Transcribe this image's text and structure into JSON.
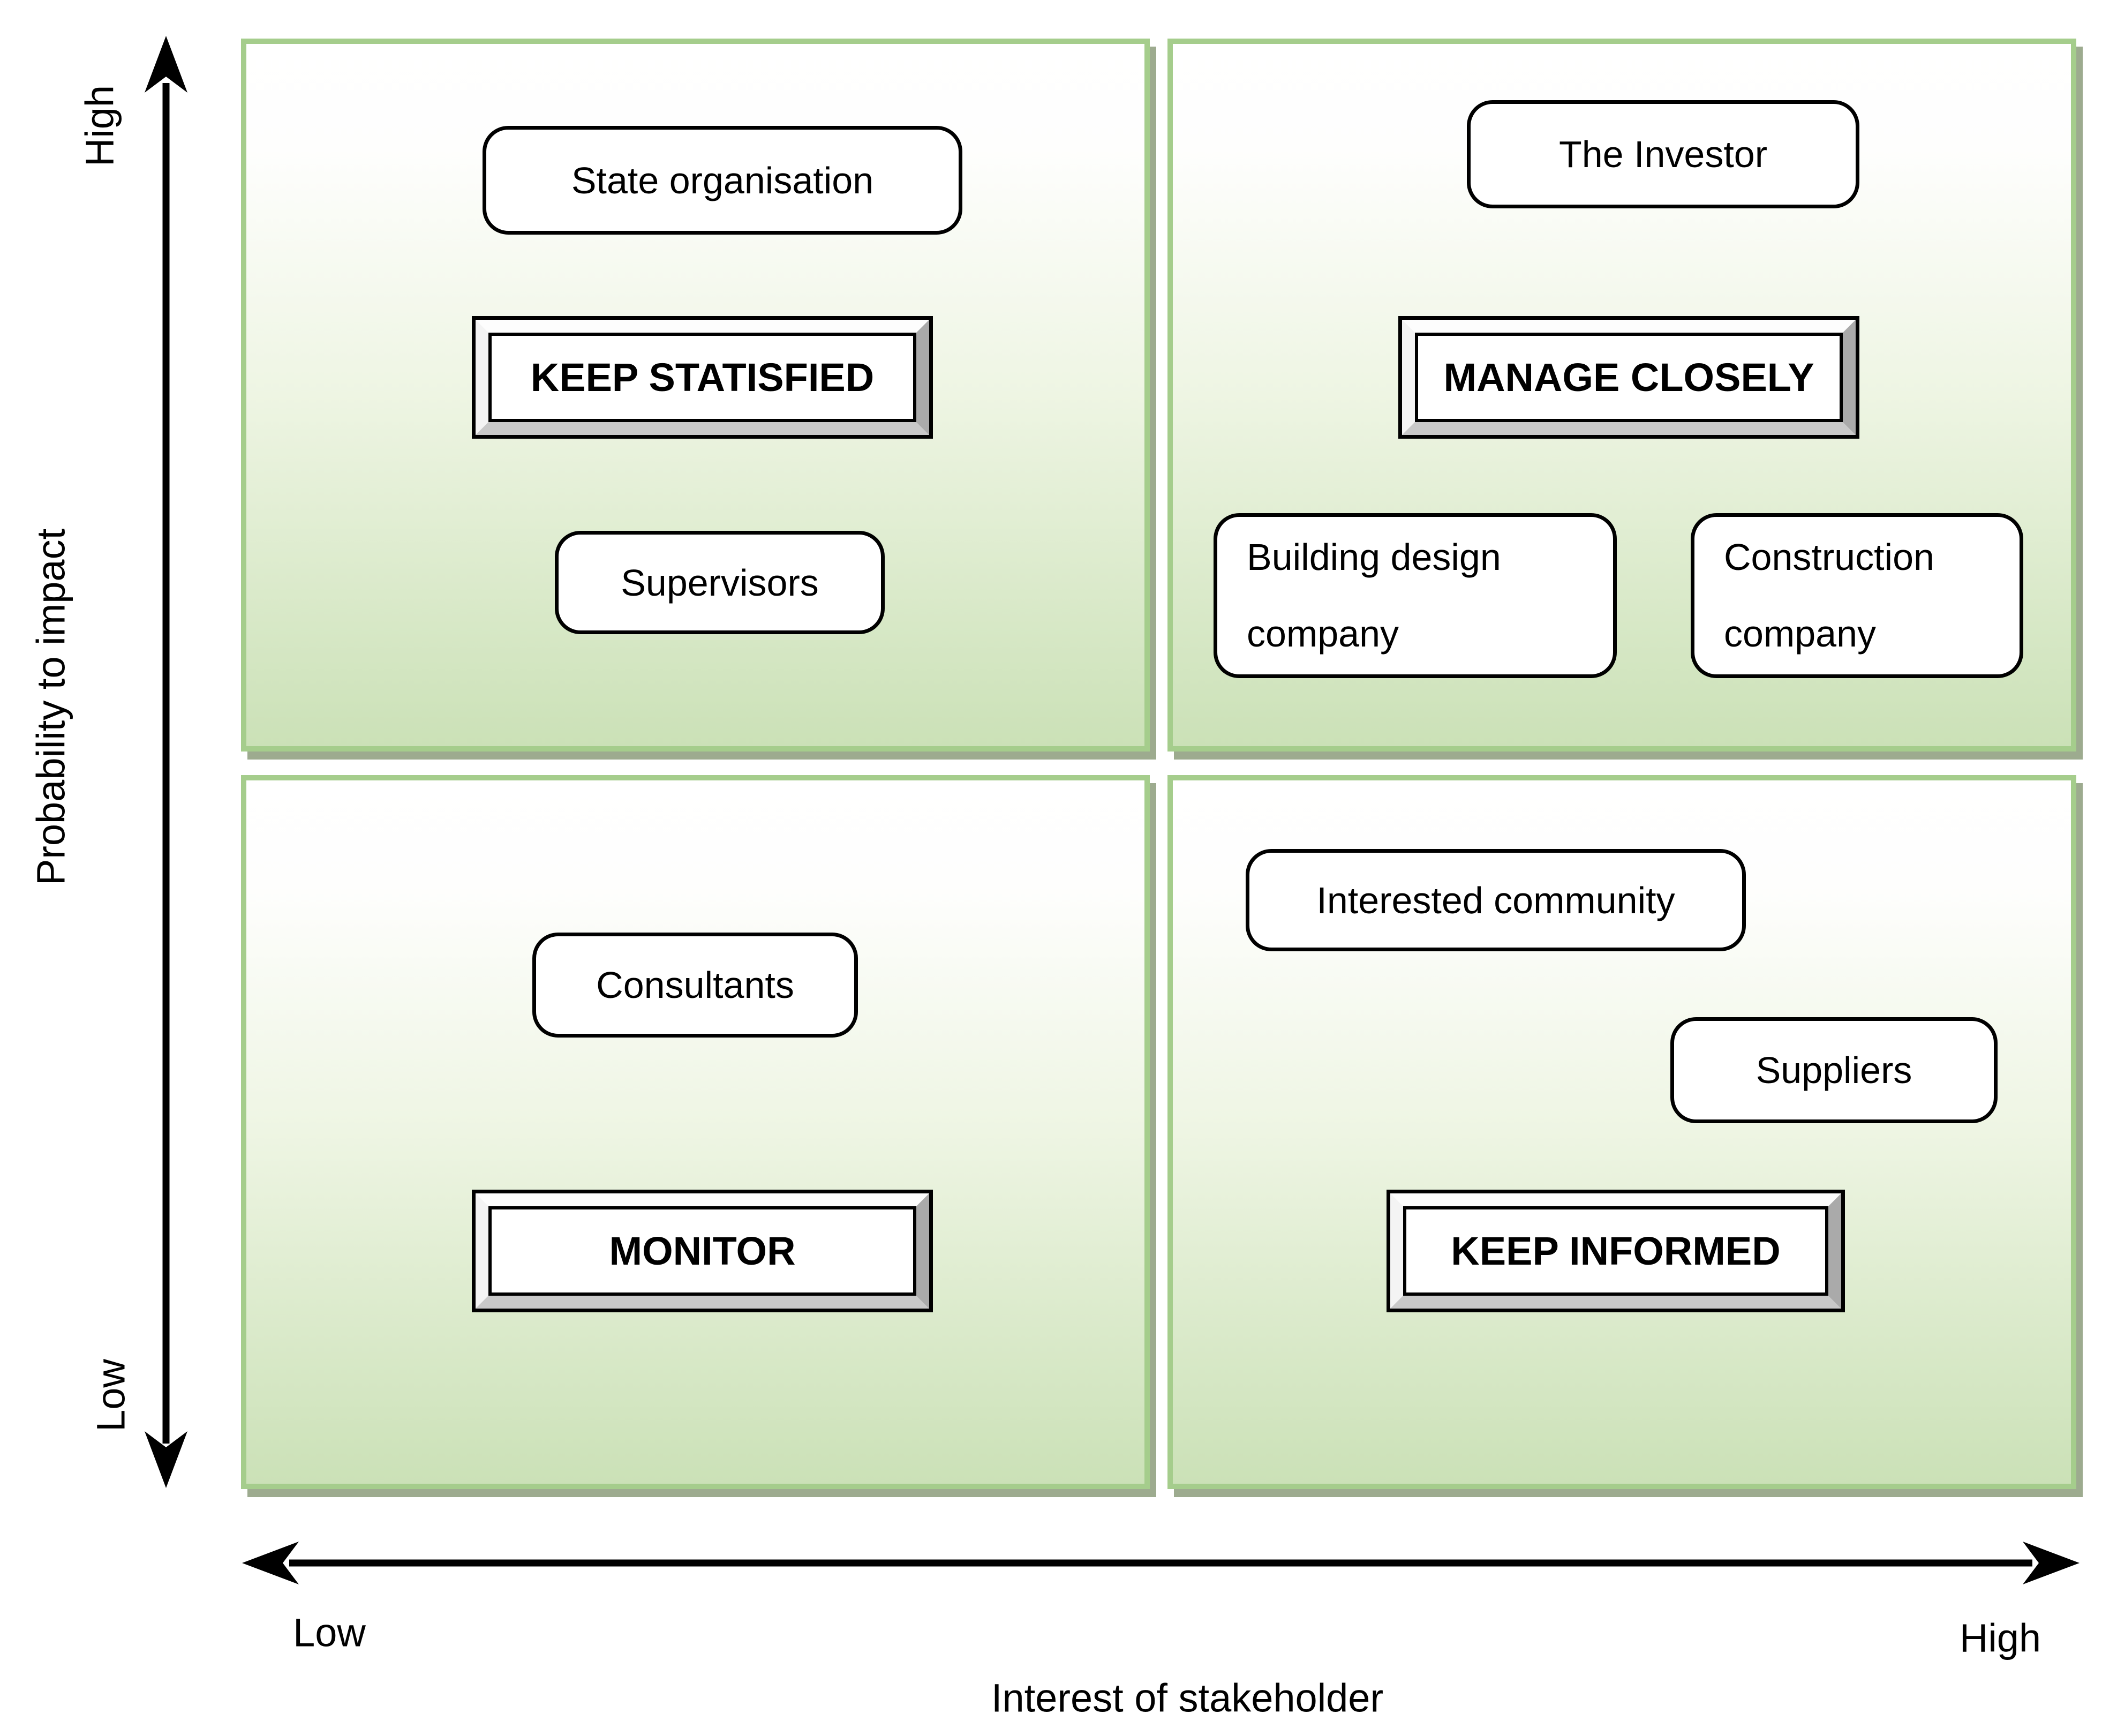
{
  "axes": {
    "y": {
      "label": "Probability to impact",
      "top": "High",
      "bottom": "Low"
    },
    "x": {
      "label": "Interest of stakeholder",
      "left": "Low",
      "right": "High"
    }
  },
  "quadrants": [
    {
      "position": "top-left",
      "action": "KEEP STATISFIED",
      "stakeholders": [
        "State organisation",
        "Supervisors"
      ]
    },
    {
      "position": "top-right",
      "action": "MANAGE CLOSELY",
      "stakeholders": [
        "The Investor",
        "Building design company",
        "Construction company"
      ]
    },
    {
      "position": "bottom-left",
      "action": "MONITOR",
      "stakeholders": [
        "Consultants"
      ]
    },
    {
      "position": "bottom-right",
      "action": "KEEP INFORMED",
      "stakeholders": [
        "Interested community",
        "Suppliers"
      ]
    }
  ],
  "colors": {
    "quadrant_border": "#a5cd8c",
    "quadrant_top": "#ffffff",
    "quadrant_bottom": "#cbe1b7",
    "quadrant_shadow": "#9dab8f",
    "bevel_right": "#aaaaaa",
    "bevel_bottom": "#c9c9c9",
    "box_border": "#000000",
    "box_fill": "#ffffff"
  }
}
